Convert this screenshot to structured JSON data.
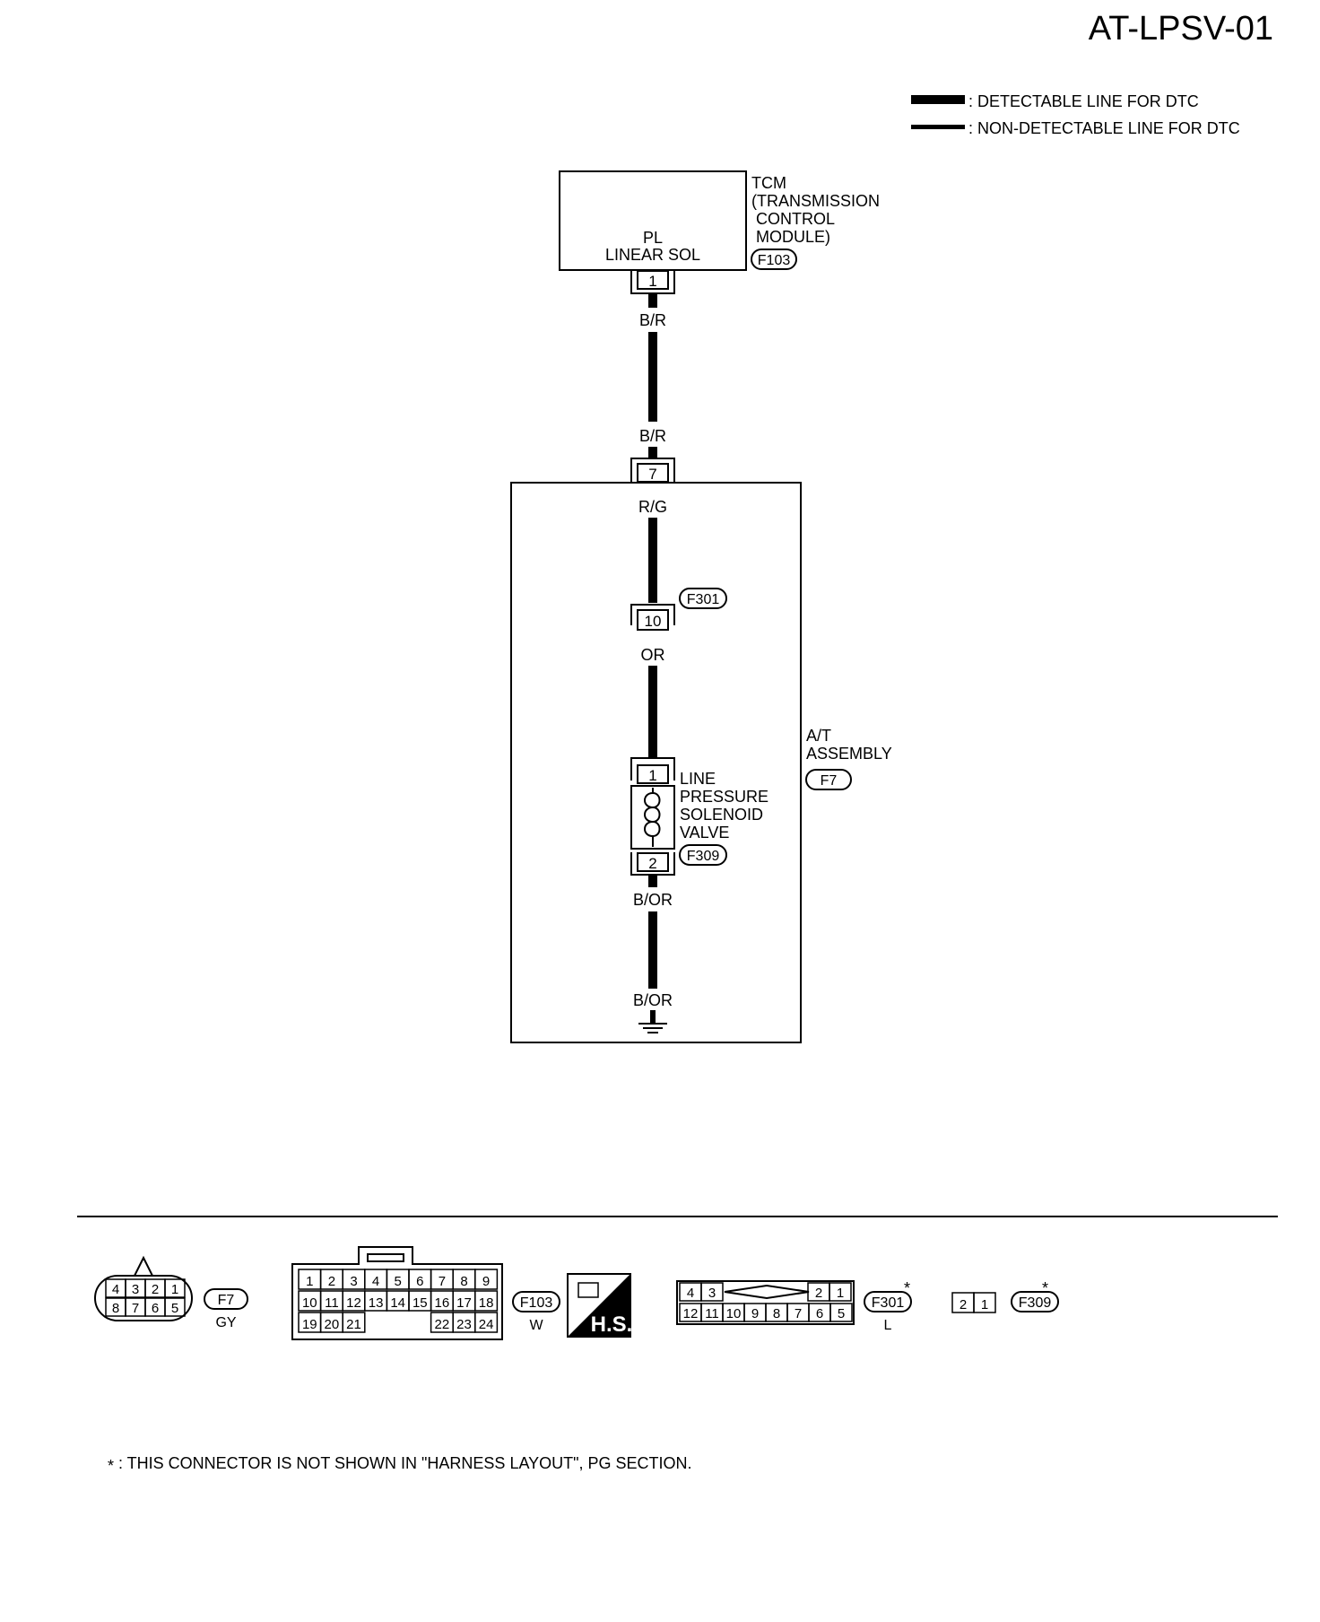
{
  "page": {
    "code": "AT-LPSV-01"
  },
  "legend": {
    "detectable": ": DETECTABLE LINE FOR DTC",
    "non_detectable": ": NON-DETECTABLE LINE FOR DTC"
  },
  "tcm": {
    "line1": "TCM",
    "line2": "(TRANSMISSION",
    "line3": "CONTROL",
    "line4": "MODULE)",
    "connector": "F103",
    "terminal_name_1": "PL",
    "terminal_name_2": "LINEAR SOL",
    "pin": "1"
  },
  "wires": {
    "w1": "B/R",
    "w2": "B/R",
    "w3": "R/G",
    "w4": "OR",
    "w5": "B/OR",
    "w6": "B/OR"
  },
  "connectors": {
    "f7_pin": "7",
    "f301_label": "F301",
    "f301_pin": "10",
    "f309_label": "F309"
  },
  "at_assembly": {
    "line1": "A/T",
    "line2": "ASSEMBLY",
    "connector": "F7"
  },
  "solenoid": {
    "line1": "LINE",
    "line2": "PRESSURE",
    "line3": "SOLENOID",
    "line4": "VALVE",
    "pin_top": "1",
    "pin_bottom": "2"
  },
  "connector_views": {
    "f7": {
      "label": "F7",
      "color": "GY",
      "top_row": [
        "4",
        "3",
        "2",
        "1"
      ],
      "bottom_row": [
        "8",
        "7",
        "6",
        "5"
      ]
    },
    "f103": {
      "label": "F103",
      "color": "W",
      "row1": [
        "1",
        "2",
        "3",
        "4",
        "5",
        "6",
        "7",
        "8",
        "9"
      ],
      "row2": [
        "10",
        "11",
        "12",
        "13",
        "14",
        "15",
        "16",
        "17",
        "18"
      ],
      "row3_left": [
        "19",
        "20",
        "21"
      ],
      "row3_right": [
        "22",
        "23",
        "24"
      ]
    },
    "hs_text": "H.S.",
    "f301": {
      "label": "F301",
      "color": "L",
      "top_left": [
        "4",
        "3"
      ],
      "top_right": [
        "2",
        "1"
      ],
      "bottom": [
        "12",
        "11",
        "10",
        "9",
        "8",
        "7",
        "6",
        "5"
      ]
    },
    "f309": {
      "label": "F309",
      "pins": [
        "2",
        "1"
      ]
    },
    "asterisk": "*"
  },
  "footnote": {
    "star": "*",
    "text": ": THIS CONNECTOR IS NOT SHOWN IN \"HARNESS LAYOUT\", PG SECTION."
  }
}
